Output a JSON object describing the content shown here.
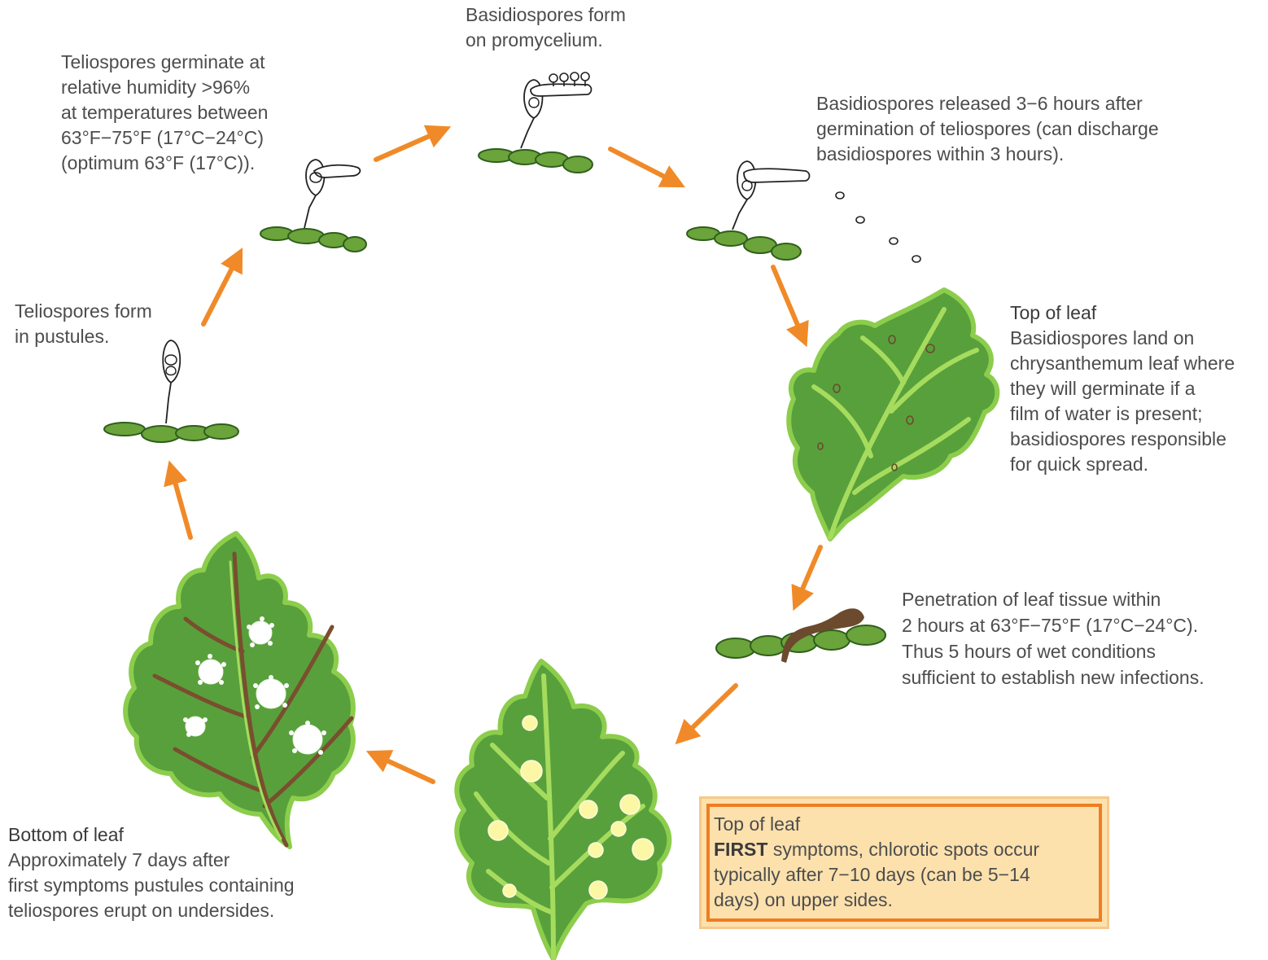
{
  "labels": {
    "basidio_form": [
      "Basidiospores form",
      "on promycelium."
    ],
    "telio_germ": [
      "Teliospores germinate at",
      "relative humidity >96%",
      "at temperatures between",
      "63°F−75°F (17°C−24°C)",
      "(optimum 63°F (17°C))."
    ],
    "basidio_released": [
      "Basidiospores released 3−6 hours after",
      "germination of teliospores (can discharge",
      "basidiospores within 3 hours)."
    ],
    "telio_form": [
      "Teliospores form",
      "in pustules."
    ],
    "top_leaf_1": {
      "heading": "Top of leaf",
      "lines": [
        "Basidiospores land on",
        "chrysanthemum leaf where",
        "they will germinate if a",
        "film of water is present;",
        "basidiospores responsible",
        "for quick spread."
      ]
    },
    "penetration": [
      "Penetration of leaf tissue within",
      "2 hours at 63°F−75°F (17°C−24°C).",
      "Thus 5 hours of wet conditions",
      "sufficient to establish new infections."
    ],
    "bottom_leaf": {
      "heading": "Bottom of leaf",
      "lines": [
        "Approximately 7 days after",
        "first symptoms pustules containing",
        "teliospores erupt on undersides."
      ]
    },
    "callout": {
      "heading": "Top of leaf",
      "bold": "FIRST",
      "line1_rest": " symptoms, chlorotic spots occur",
      "lines": [
        "typically after 7−10 days (can be 5−14",
        "days) on upper sides."
      ]
    }
  },
  "colors": {
    "arrow": "#f08a28",
    "hypha": "#6aa43a",
    "hypha_edge": "#2f5e1c",
    "leaf_fill": "#58a03c",
    "leaf_edge": "#8ccd4c",
    "vein": "#a6dc5e",
    "vein_brown": "#7a4e2e",
    "chlorotic": "#fbf7a4",
    "infection": "#6b4a2e"
  }
}
